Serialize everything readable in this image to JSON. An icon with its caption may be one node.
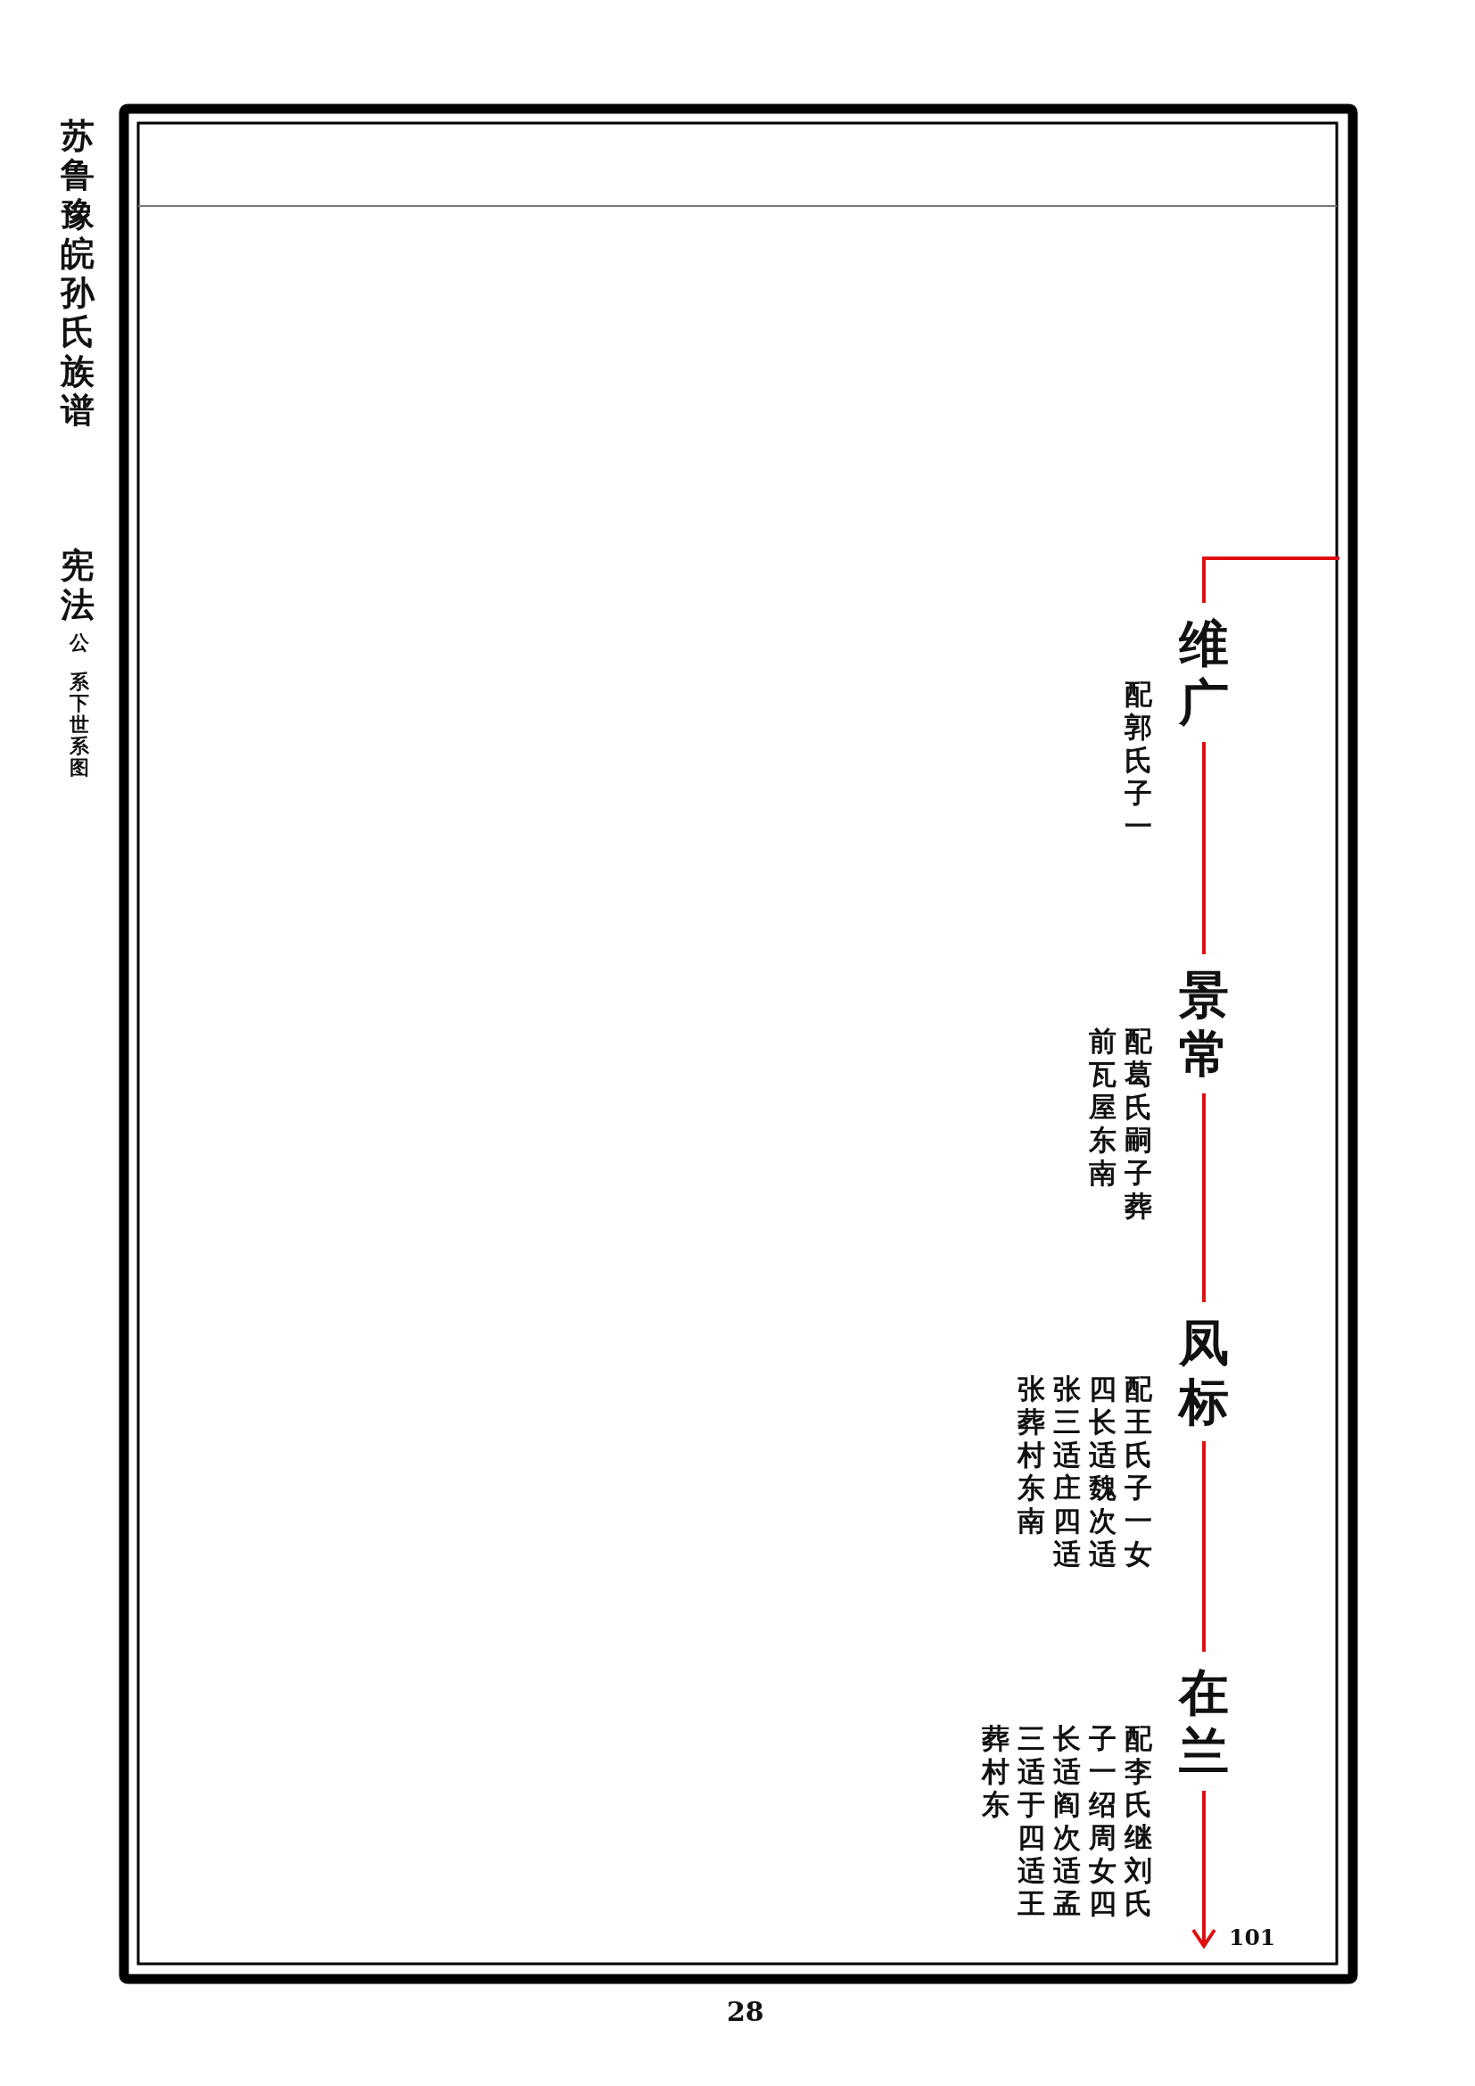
{
  "diagram": {
    "title": "苏鲁豫皖孙氏族谱",
    "nodes": [
      {
        "text": [
          "维广"
        ],
        "beside": [
          "配郭氏子一"
        ]
      },
      {
        "text": [
          "景常"
        ],
        "beside": [
          "配葛氏嗣子葬前瓦屋东南"
        ]
      },
      {
        "text": [
          "凤标"
        ],
        "beside": [
          "配王氏子一女四长适魏次适张三适庄四适张葬村东南"
        ]
      },
      {
        "text": [
          "在兰"
        ],
        "beside": [
          "配李氏继刘氏子一绍周女四长适阎次适孟三适于四适王葬村东"
        ]
      },
      {
        "text": [
          "101"
        ]
      }
    ],
    "edges": [
      {
        "from": null,
        "to": 0,
        "arrow": "none"
      },
      {
        "from": 0,
        "to": 1,
        "arrow": "none"
      },
      {
        "from": 1,
        "to": 2,
        "arrow": "none"
      },
      {
        "from": 2,
        "to": 3,
        "arrow": "none"
      },
      {
        "from": 3,
        "to": 4,
        "arrow": "to"
      }
    ],
    "labels": [
      "宪法",
      "公",
      "系下世系图",
      "28"
    ]
  }
}
